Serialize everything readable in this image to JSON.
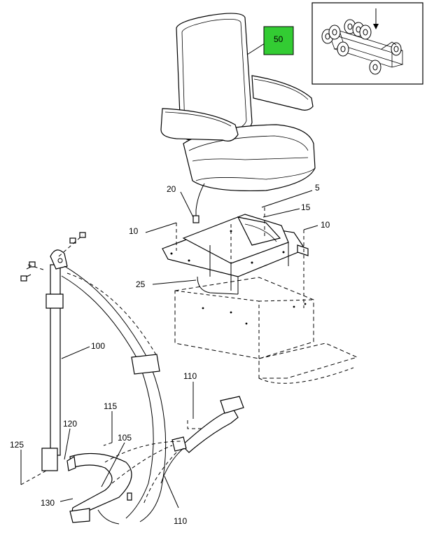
{
  "callouts": {
    "c50": "50",
    "c20": "20",
    "c5": "5",
    "c15": "15",
    "c10a": "10",
    "c10b": "10",
    "c25": "25",
    "c100": "100",
    "c110a": "110",
    "c110b": "110",
    "c115": "115",
    "c120": "120",
    "c105": "105",
    "c125": "125",
    "c130": "130"
  },
  "colors": {
    "highlight": "#33cc33",
    "line": "#000000",
    "background": "#ffffff"
  }
}
